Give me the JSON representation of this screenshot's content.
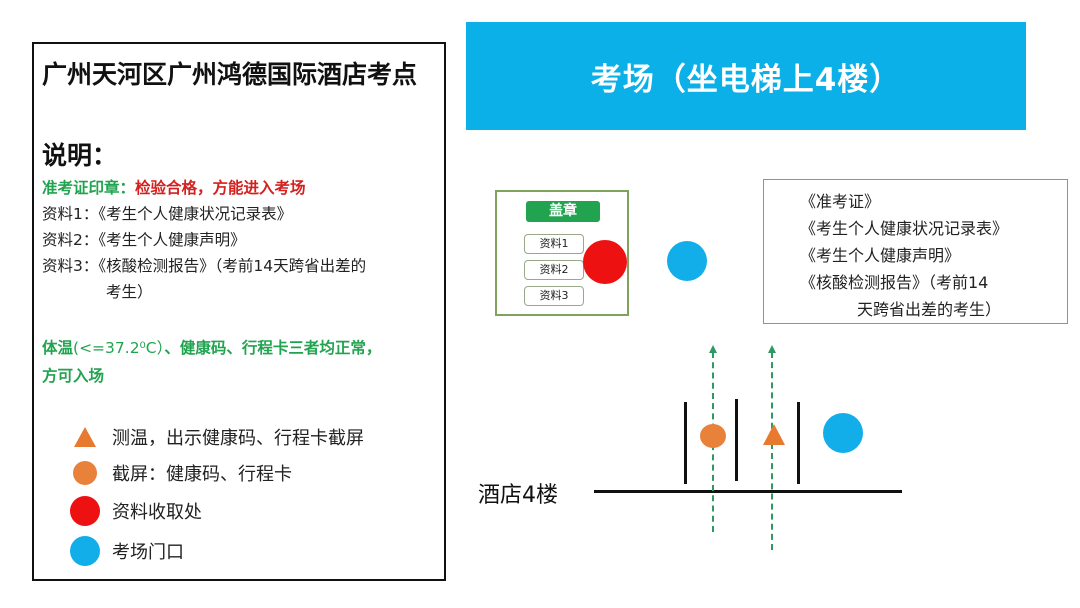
{
  "info_panel": {
    "title": "广州天河区广州鸿德国际酒店考点",
    "subtitle": "说明：",
    "stamp_label": "准考证印章：",
    "stamp_requirement": "检验合格，方能进入考场",
    "documents": [
      {
        "label": "资料1：",
        "name": "《考生个人健康状况记录表》",
        "note": ""
      },
      {
        "label": "资料2：",
        "name": "《考生个人健康声明》",
        "note": ""
      },
      {
        "label": "资料3：",
        "name": "《核酸检测报告》",
        "note_line1": "（考前14天跨省出差的",
        "note_line2": "考生）"
      }
    ],
    "temperature_rule": {
      "prefix": "体温",
      "value": "(<=37.2⁰C）",
      "rest_line1": "、健康码、行程卡三者均正常，",
      "rest_line2": "方可入场"
    },
    "legend": [
      {
        "icon": "triangle-orange-icon",
        "color": "#e87a30",
        "label": "测温，出示健康码、行程卡截屏"
      },
      {
        "icon": "circle-orange-icon",
        "color": "#e8823a",
        "label": "截屏：健康码、行程卡"
      },
      {
        "icon": "circle-red-icon",
        "color": "#ee1111",
        "label": "资料收取处"
      },
      {
        "icon": "circle-blue-icon",
        "color": "#12aeea",
        "label": "考场门口"
      }
    ]
  },
  "map": {
    "banner_title": "考场（坐电梯上4楼）",
    "banner_color": "#0cb0e8",
    "stamp_box": {
      "badge": "盖章",
      "chips": [
        "资料1",
        "资料2",
        "资料3"
      ]
    },
    "docs_list": [
      "《准考证》",
      "《考生个人健康状况记录表》",
      "《考生个人健康声明》",
      "《核酸检测报告》（考前14",
      "天跨省出差的考生）"
    ],
    "floor_label": "酒店4楼",
    "path_color": "#2e9a62"
  }
}
